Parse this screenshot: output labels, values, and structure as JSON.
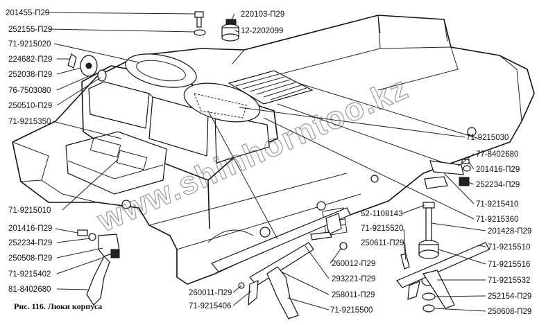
{
  "caption": "Рис. 116. Люки корпуса",
  "watermark": "www.shinhorntoo.kz",
  "labels": [
    {
      "id": "l01",
      "text": "201455-П29"
    },
    {
      "id": "l02",
      "text": "252155-П29"
    },
    {
      "id": "l03",
      "text": "71-9215020"
    },
    {
      "id": "l04",
      "text": "224682-П29"
    },
    {
      "id": "l05",
      "text": "252038-П29"
    },
    {
      "id": "l06",
      "text": "76-7503080"
    },
    {
      "id": "l07",
      "text": "250510-П29"
    },
    {
      "id": "l08",
      "text": "71-9215350"
    },
    {
      "id": "l09",
      "text": "71-9215010"
    },
    {
      "id": "l10",
      "text": "201416-П29"
    },
    {
      "id": "l11",
      "text": "252234-П29"
    },
    {
      "id": "l12",
      "text": "250508-П29"
    },
    {
      "id": "l13",
      "text": "71-9215402"
    },
    {
      "id": "l14",
      "text": "81-8402680"
    },
    {
      "id": "l15",
      "text": "220103-П29"
    },
    {
      "id": "l16",
      "text": "12-2202099"
    },
    {
      "id": "l17",
      "text": "71-9215030"
    },
    {
      "id": "l18",
      "text": "77-8402680"
    },
    {
      "id": "l19",
      "text": "201416-П29"
    },
    {
      "id": "l20",
      "text": "252234-П29"
    },
    {
      "id": "l21",
      "text": "71-9215410"
    },
    {
      "id": "l22",
      "text": "71-9215360"
    },
    {
      "id": "l23",
      "text": "52-1108143"
    },
    {
      "id": "l24",
      "text": "71-9215520"
    },
    {
      "id": "l25",
      "text": "250611-П29"
    },
    {
      "id": "l26",
      "text": "201428-П29"
    },
    {
      "id": "l27",
      "text": "71-9215510"
    },
    {
      "id": "l28",
      "text": "71-9215516"
    },
    {
      "id": "l29",
      "text": "71-9215532"
    },
    {
      "id": "l30",
      "text": "252154-П29"
    },
    {
      "id": "l31",
      "text": "250608-П29"
    },
    {
      "id": "l32",
      "text": "260012-П29"
    },
    {
      "id": "l33",
      "text": "293221-П29"
    },
    {
      "id": "l34",
      "text": "258011-П29"
    },
    {
      "id": "l35",
      "text": "260011-П29"
    },
    {
      "id": "l36",
      "text": "71-9215406"
    },
    {
      "id": "l37",
      "text": "71-9215500"
    }
  ]
}
